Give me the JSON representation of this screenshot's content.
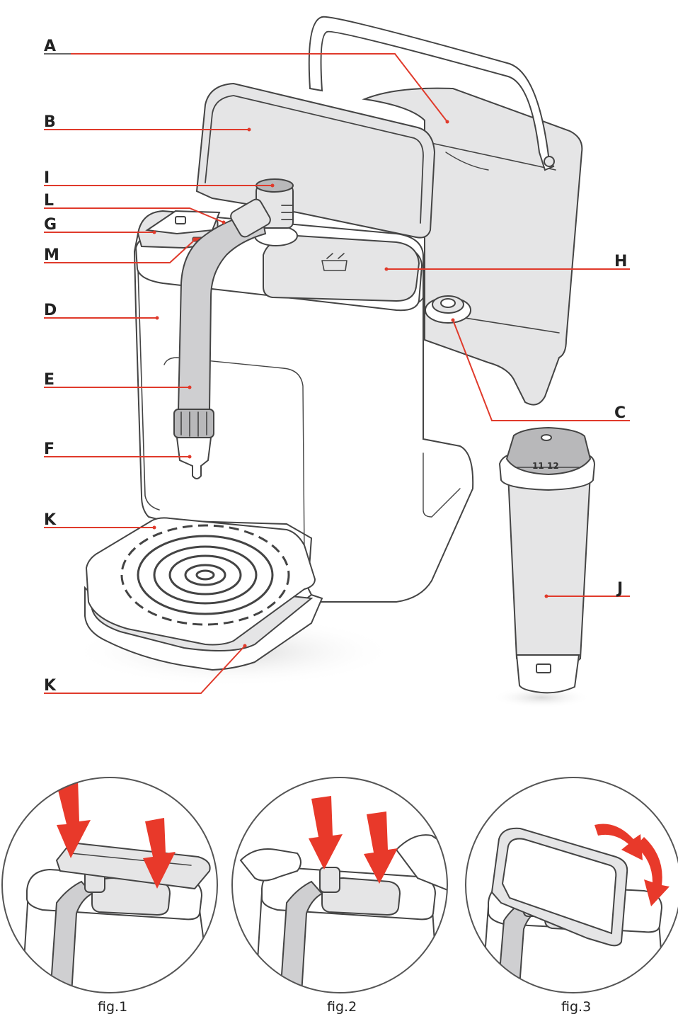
{
  "callouts": [
    {
      "id": "A",
      "letter": "A"
    },
    {
      "id": "B",
      "letter": "B"
    },
    {
      "id": "I",
      "letter": "I"
    },
    {
      "id": "L",
      "letter": "L"
    },
    {
      "id": "G",
      "letter": "G"
    },
    {
      "id": "M",
      "letter": "M"
    },
    {
      "id": "H",
      "letter": "H"
    },
    {
      "id": "D",
      "letter": "D"
    },
    {
      "id": "E",
      "letter": "E"
    },
    {
      "id": "C",
      "letter": "C"
    },
    {
      "id": "F",
      "letter": "F"
    },
    {
      "id": "K1",
      "letter": "K"
    },
    {
      "id": "J",
      "letter": "J"
    },
    {
      "id": "K2",
      "letter": "K"
    }
  ],
  "filter_dial": {
    "left": "11",
    "right": "12"
  },
  "figures": [
    {
      "caption": "fig.1"
    },
    {
      "caption": "fig.2"
    },
    {
      "caption": "fig.3"
    }
  ],
  "colors": {
    "callout_line": "#e03a2b",
    "arrow": "#e8392a",
    "outline": "#444444",
    "fill_grey": "#e5e5e6"
  }
}
